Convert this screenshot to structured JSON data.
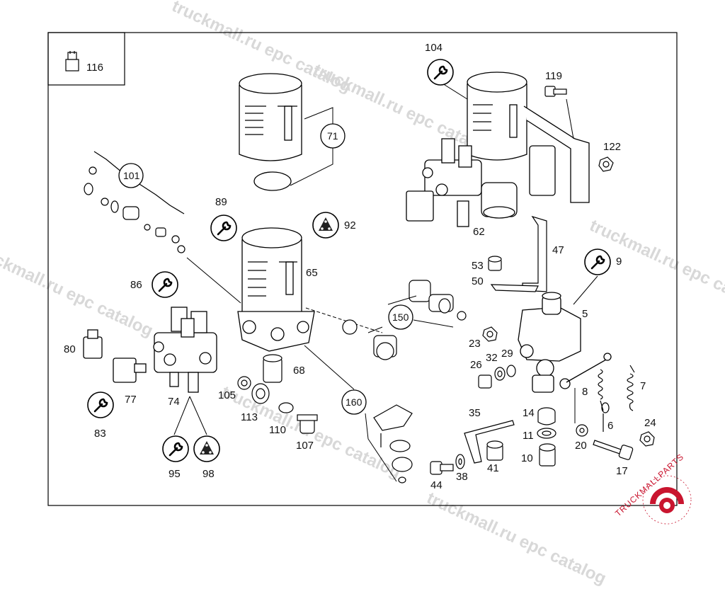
{
  "part_labels": {
    "p116": "116",
    "p71": "71",
    "p101": "101",
    "p89": "89",
    "p92": "92",
    "p65": "65",
    "p86": "86",
    "p80": "80",
    "p77": "77",
    "p83": "83",
    "p74": "74",
    "p95": "95",
    "p98": "98",
    "p105": "105",
    "p113": "113",
    "p68": "68",
    "p110": "110",
    "p107": "107",
    "p150": "150",
    "p160": "160",
    "p104": "104",
    "p119": "119",
    "p122": "122",
    "p62": "62",
    "p47": "47",
    "p53": "53",
    "p50": "50",
    "p9": "9",
    "p5": "5",
    "p23": "23",
    "p29": "29",
    "p26": "26",
    "p32": "32",
    "p8": "8",
    "p7": "7",
    "p14": "14",
    "p11": "11",
    "p10": "10",
    "p35": "35",
    "p41": "41",
    "p44": "44",
    "p38": "38",
    "p6": "6",
    "p20": "20",
    "p24": "24",
    "p17": "17"
  },
  "watermark": "truckmall.ru epc catalog",
  "logo": {
    "text": "TRUCKMALLPARTS",
    "color": "#c9152f"
  },
  "icons": {
    "wrench": "wrench-icon",
    "triangle": "triangle-plate-icon"
  }
}
